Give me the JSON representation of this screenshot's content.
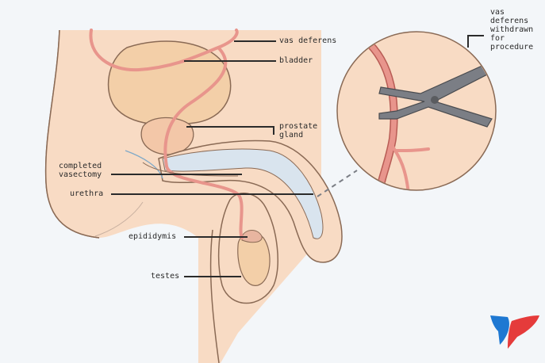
{
  "labels": {
    "vas_deferens": "vas deferens",
    "bladder": "bladder",
    "prostate_gland": "prostate\ngland",
    "completed_vasectomy": "completed\nvasectomy",
    "urethra": "urethra",
    "epididymis": "epididymis",
    "testes": "testes",
    "vas_withdrawn": "vas\ndeferens\nwithdrawn\nfor\nprocedure"
  },
  "colors": {
    "background": "#f3f6f9",
    "skin": "#f8dbc4",
    "skin_outline": "#8a6a55",
    "vas_red": "#e8958c",
    "vas_red_outline": "#b85c55",
    "urethra_blue": "#d9e4ee",
    "scissors_gray": "#7b7e85",
    "logo_blue": "#1e78d2",
    "logo_red": "#e53b3b"
  }
}
